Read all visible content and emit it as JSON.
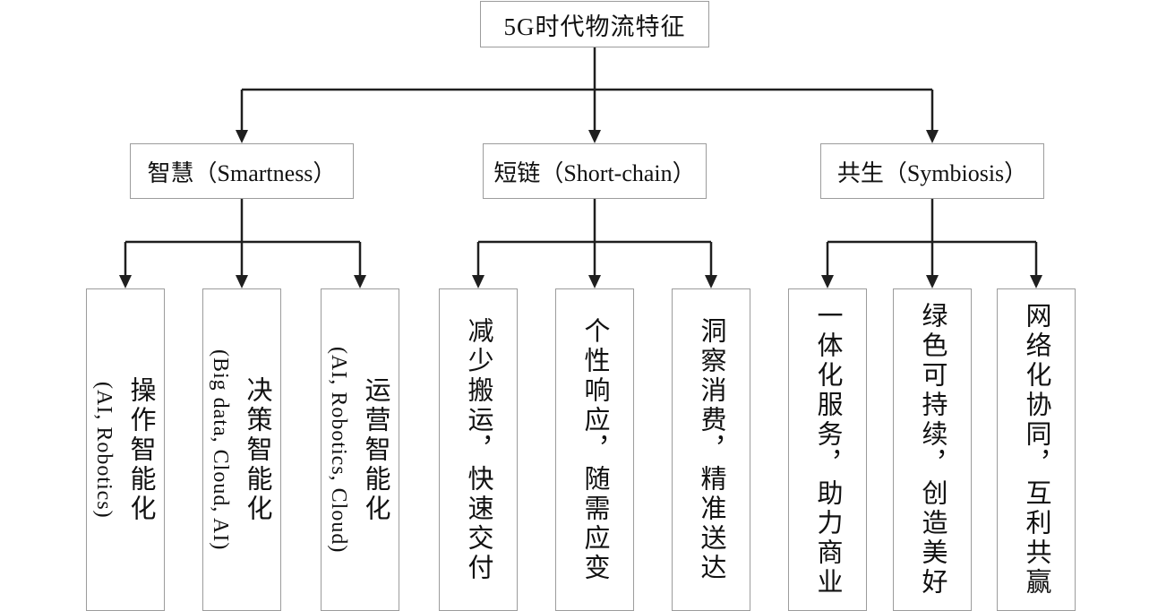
{
  "diagram": {
    "root": {
      "label": "5G时代物流特征"
    },
    "branches": [
      {
        "label": "智慧（Smartness）",
        "children": [
          {
            "zh": "操作智能化",
            "en": "(AI, Robotics)"
          },
          {
            "zh": "决策智能化",
            "en": "(Big data, Cloud, AI)"
          },
          {
            "zh": "运营智能化",
            "en": "(AI, Robotics, Cloud)"
          }
        ]
      },
      {
        "label": "短链（Short-chain）",
        "children": [
          {
            "zh": "减少搬运，快速交付"
          },
          {
            "zh": "个性响应，随需应变"
          },
          {
            "zh": "洞察消费，精准送达"
          }
        ]
      },
      {
        "label": "共生（Symbiosis）",
        "children": [
          {
            "zh": "一体化服务，助力商业"
          },
          {
            "zh": "绿色可持续，创造美好"
          },
          {
            "zh": "网络化协同，互利共赢"
          }
        ]
      }
    ]
  },
  "colors": {
    "connector": "#1f1f1f",
    "box_border": "#9c9c9c",
    "background": "#ffffff",
    "text": "#111111"
  }
}
